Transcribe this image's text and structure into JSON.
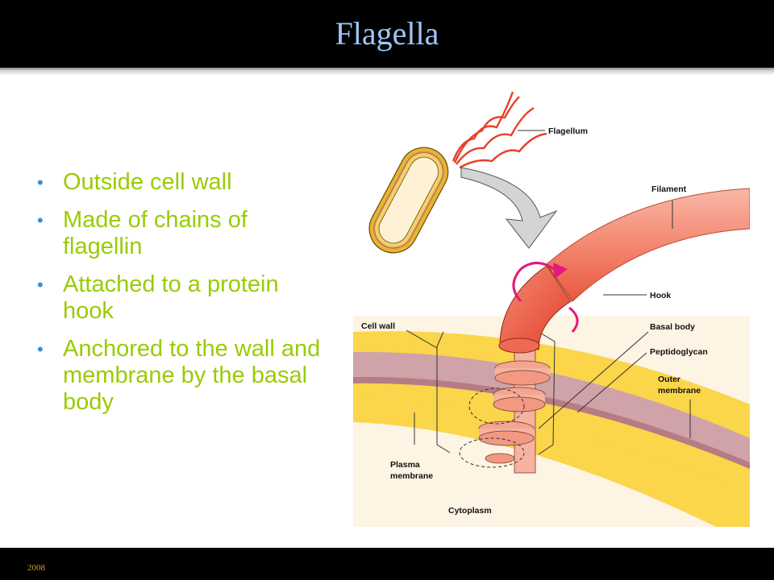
{
  "slide": {
    "title": "Flagella",
    "footer": "2008",
    "bullets": [
      "Outside cell wall",
      "Made of chains of flagellin",
      "Attached to a protein hook",
      "Anchored to the wall and membrane by the basal body"
    ]
  },
  "figure": {
    "labels": {
      "flagellum": "Flagellum",
      "filament": "Filament",
      "hook": "Hook",
      "basal_body": "Basal body",
      "peptidoglycan": "Peptidoglycan",
      "outer_membrane_1": "Outer",
      "outer_membrane_2": "membrane",
      "cell_wall": "Cell wall",
      "plasma_membrane_1": "Plasma",
      "plasma_membrane_2": "membrane",
      "cytoplasm": "Cytoplasm"
    }
  },
  "colors": {
    "background": "#ffffff",
    "bar": "#000000",
    "title": "#9fc5f8",
    "bullet_text": "#99cc00",
    "bullet_dot": "#3a8fd0",
    "footer": "#d4a020"
  }
}
